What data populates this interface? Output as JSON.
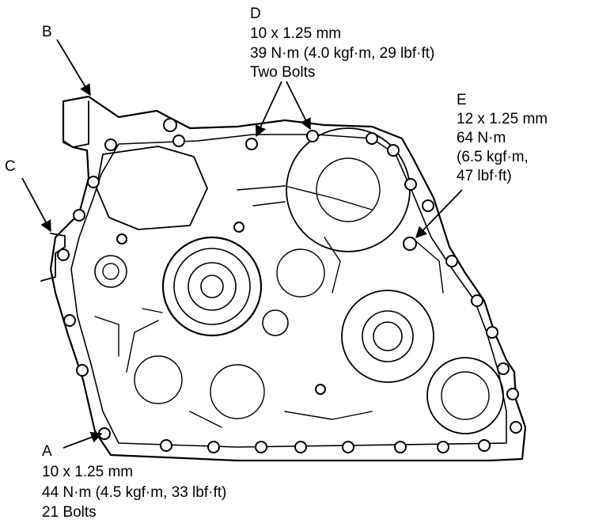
{
  "callouts": {
    "A": {
      "letter": "A",
      "lines": [
        "10 x 1.25 mm",
        "44 N·m (4.5 kgf·m, 33 lbf·ft)",
        "21 Bolts"
      ]
    },
    "B": {
      "letter": "B"
    },
    "C": {
      "letter": "C"
    },
    "D": {
      "letter": "D",
      "lines": [
        "10 x 1.25 mm",
        "39 N·m (4.0 kgf·m, 29 lbf·ft)",
        "Two Bolts"
      ]
    },
    "E": {
      "letter": "E",
      "lines": [
        "12 x 1.25 mm",
        "64 N·m",
        "(6.5 kgf·m,",
        "47 lbf·ft)"
      ]
    }
  }
}
